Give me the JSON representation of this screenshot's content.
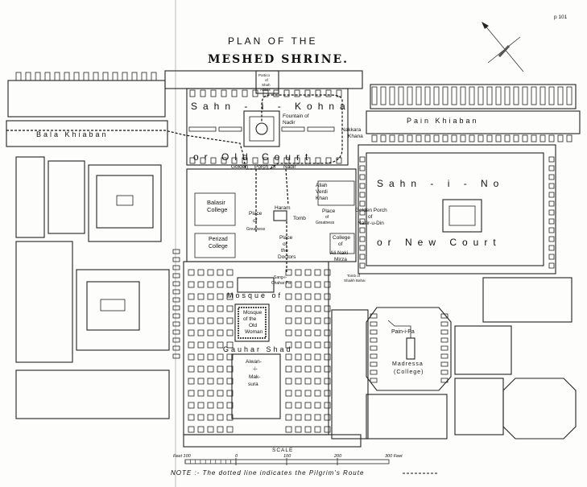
{
  "page_number": "p 101",
  "title": {
    "line1": "PLAN OF THE",
    "line2": "MESHED SHRINE."
  },
  "labels": {
    "bala_khiaban": "Bala  Khiaban",
    "pain_khiaban": "Pain  Khiaban",
    "portico": [
      "Portico",
      "of",
      "Shah",
      "Abbas"
    ],
    "sahn_i_kohna": "Sahn - i - Kohna",
    "fountain": [
      "Fountain of",
      "Nadir"
    ],
    "old_court": "or  Old  Court",
    "nakkara": [
      "Nakkara",
      "Khana"
    ],
    "golden_porch_nadir": [
      "Golden",
      "Porch",
      "of",
      "Nadir"
    ],
    "allah_verdi": [
      "Allah",
      "Verdi",
      "Khan"
    ],
    "balasir": [
      "Balasir",
      "College"
    ],
    "place_greatness_left": [
      "Place",
      "of",
      "Greatness"
    ],
    "haram": [
      "Haram",
      "Tomb"
    ],
    "place_greatness_right": [
      "Place",
      "of",
      "Greatness"
    ],
    "golden_porch_nasir": [
      "Golden Porch",
      "of",
      "Nasir-u-Din"
    ],
    "sahn_i_no": "Sahn - i - No",
    "new_court": "or  New  Court",
    "perizad": [
      "Perizad",
      "College"
    ],
    "place_doctors": [
      "Place",
      "of",
      "the",
      "Doctors"
    ],
    "college_ali": [
      "College",
      "of",
      "Ali Naki",
      "Mirza"
    ],
    "tomb_shaikh": [
      "Tomb of",
      "Shaikh Bahai"
    ],
    "sang": [
      "Sang-i-",
      "Chahar Pa"
    ],
    "mosque_of": "Mosque  of",
    "old_woman": [
      "Mosque",
      "of the",
      "Old",
      "Woman"
    ],
    "gauhar_shad": "Gauhar  Shad",
    "aiwan": [
      "Aiwan-",
      "-i-",
      "Mak-",
      "sura"
    ],
    "pain_i_pa": "Pain-i-Pa",
    "madressa": [
      "Madressa",
      "(College)"
    ]
  },
  "scale": {
    "title": "SCALE",
    "ticks": [
      "Feet 100",
      "0",
      "100",
      "200",
      "300 Feet"
    ]
  },
  "note": "NOTE :- The dotted line indicates the Pilgrim's Route"
}
